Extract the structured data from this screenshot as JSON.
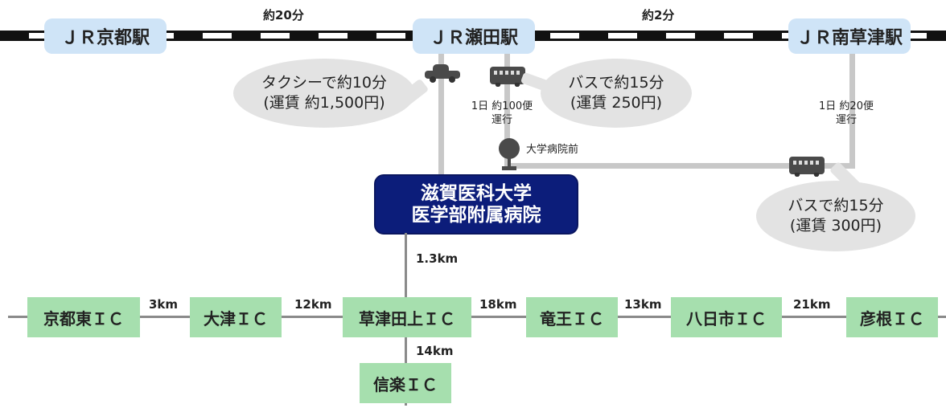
{
  "rail": {
    "stations": [
      {
        "id": "kyoto",
        "label": "ＪＲ京都駅"
      },
      {
        "id": "seta",
        "label": "ＪＲ瀬田駅"
      },
      {
        "id": "minamikusatsu",
        "label": "ＪＲ南草津駅"
      }
    ],
    "segments": [
      {
        "from": "kyoto",
        "to": "seta",
        "time": "約20分"
      },
      {
        "from": "seta",
        "to": "minamikusatsu",
        "time": "約2分"
      }
    ]
  },
  "access": {
    "taxi": {
      "line1": "タクシーで約10分",
      "line2": "(運賃 約1,500円)",
      "icon": "taxi-icon"
    },
    "bus_seta": {
      "line1": "バスで約15分",
      "line2": "(運賃 250円)",
      "freq_line1": "1日 約100便",
      "freq_line2": "運行",
      "icon": "bus-icon"
    },
    "bus_minamikusatsu": {
      "line1": "バスで約15分",
      "line2": "(運賃 300円)",
      "freq_line1": "1日 約20便",
      "freq_line2": "運行",
      "icon": "bus-icon"
    },
    "bus_stop": {
      "label": "大学病院前",
      "icon": "bus-stop-icon"
    }
  },
  "hospital": {
    "line1": "滋賀医科大学",
    "line2": "医学部附属病院",
    "distance_to_ic": "1.3km"
  },
  "highway": {
    "interchanges": [
      {
        "id": "kyoto_higashi",
        "label": "京都東ＩＣ"
      },
      {
        "id": "otsu",
        "label": "大津ＩＣ"
      },
      {
        "id": "kusatsu_tanakami",
        "label": "草津田上ＩＣ"
      },
      {
        "id": "ryuo",
        "label": "竜王ＩＣ"
      },
      {
        "id": "yokaichi",
        "label": "八日市ＩＣ"
      },
      {
        "id": "hikone",
        "label": "彦根ＩＣ"
      }
    ],
    "distances": [
      "3km",
      "12km",
      "18km",
      "13km",
      "21km"
    ],
    "branch": {
      "label": "信楽ＩＣ",
      "distance": "14km"
    }
  },
  "colors": {
    "station_fill": "#cfe4f7",
    "ic_fill": "#a6dfae",
    "hospital_fill": "#0c1d7a",
    "bubble_fill": "#e3e3e3",
    "route_line": "#c8c8c8",
    "highway_line": "#8a8a8a"
  }
}
